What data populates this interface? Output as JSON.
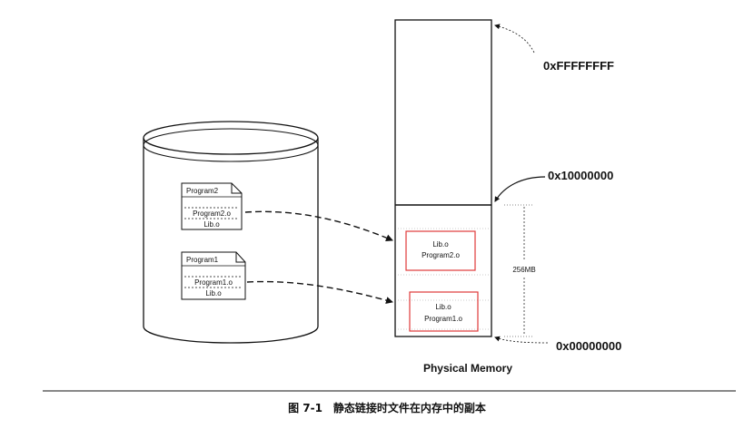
{
  "memory": {
    "top_address": "0xFFFFFFFF",
    "boundary_address": "0x10000000",
    "bottom_address": "0x00000000",
    "size_label": "256MB",
    "title": "Physical Memory",
    "blocks": [
      {
        "lib": "Lib.o",
        "program": "Program2.o"
      },
      {
        "lib": "Lib.o",
        "program": "Program1.o"
      }
    ]
  },
  "disk": {
    "files": [
      {
        "name": "Program2",
        "object": "Program2.o",
        "lib": "Lib.o"
      },
      {
        "name": "Program1",
        "object": "Program1.o",
        "lib": "Lib.o"
      }
    ]
  },
  "caption": "图 7-1　静态链接时文件在内存中的副本",
  "colors": {
    "highlight_box": "#e03a3a",
    "ink": "#111111"
  }
}
